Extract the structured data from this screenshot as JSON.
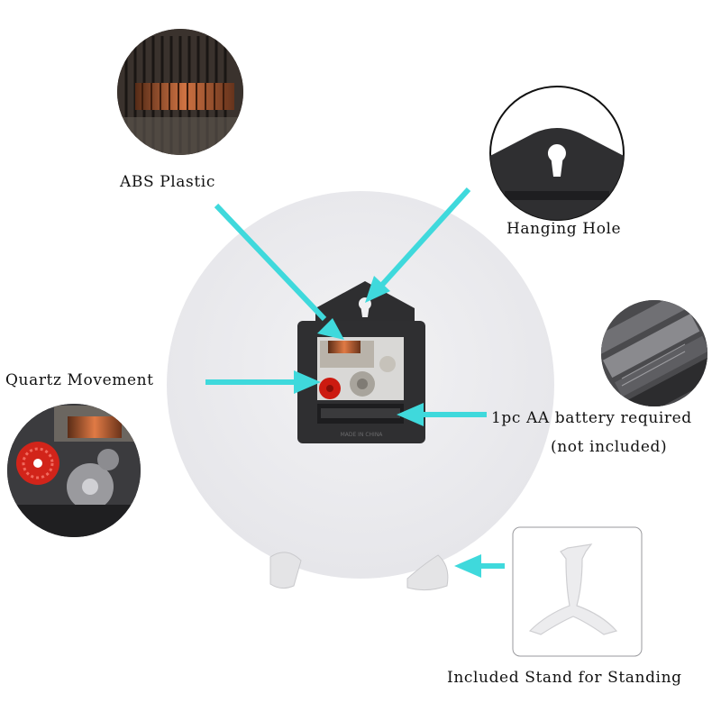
{
  "labels": {
    "abs_plastic": "ABS Plastic",
    "hanging_hole": "Hanging Hole",
    "quartz_movement": "Quartz Movement",
    "battery_line1": "1pc AA battery required",
    "battery_line2": "(not included)",
    "stand": "Included Stand for Standing"
  },
  "movement_stamp": "MADE IN CHINA",
  "colors": {
    "background": "#ffffff",
    "clock_face": "#ededf0",
    "arrow": "#3fd9dc",
    "movement_body": "#2f2f31",
    "second_hand_hub": "#cc1a10",
    "text": "#111111"
  },
  "icons": {
    "arrow": "pointer-arrow-icon"
  }
}
